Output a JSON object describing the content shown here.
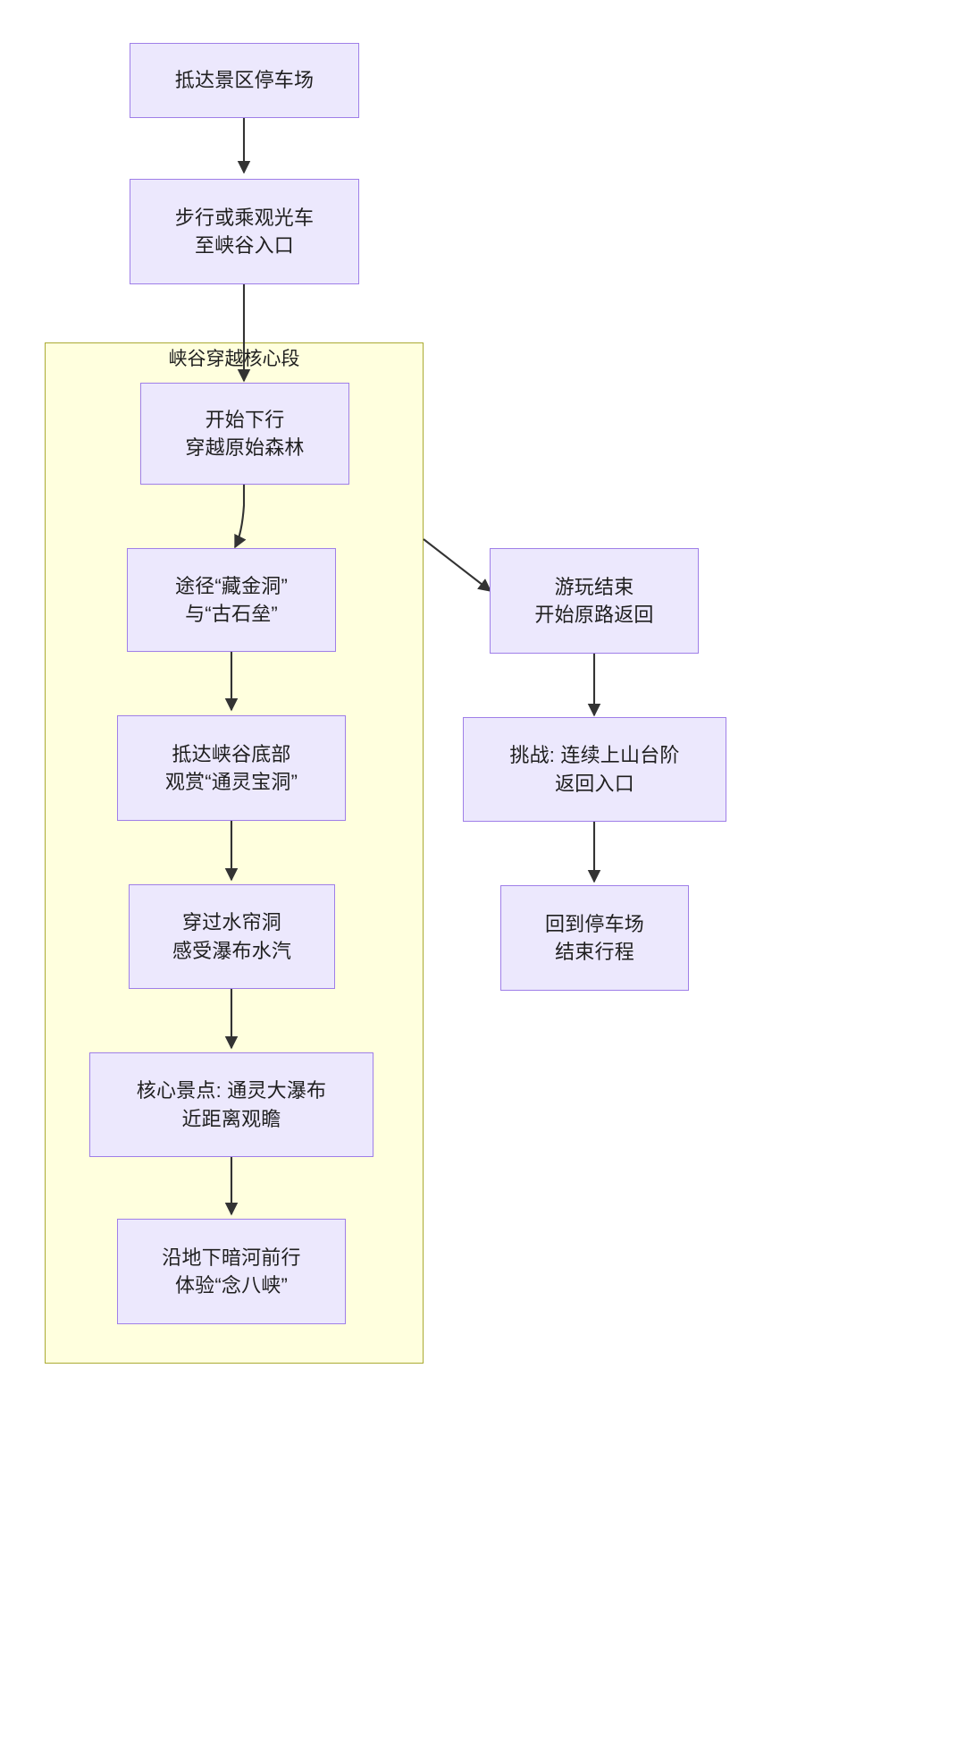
{
  "diagram": {
    "type": "flowchart",
    "direction": "top-to-bottom",
    "title": "",
    "colors": {
      "node_fill": "#ece8fd",
      "node_stroke": "#9f7fe8",
      "subgraph_fill": "#ffffde",
      "subgraph_stroke": "#aaaa33",
      "edge_stroke": "#333333",
      "text": "#1f1f1f",
      "background": "#ffffff"
    }
  },
  "subgraph": {
    "label": "峡谷穿越核心段"
  },
  "nodes": [
    {
      "id": "n1",
      "lines": [
        "抵达景区停车场"
      ]
    },
    {
      "id": "n2",
      "lines": [
        "步行或乘观光车",
        "至峡谷入口"
      ]
    },
    {
      "id": "n3",
      "lines": [
        "开始下行",
        "穿越原始森林"
      ]
    },
    {
      "id": "n4",
      "lines": [
        "途径“藏金洞”",
        "与“古石垒”"
      ]
    },
    {
      "id": "n5",
      "lines": [
        "抵达峡谷底部",
        "观赏“通灵宝洞”"
      ]
    },
    {
      "id": "n6",
      "lines": [
        "穿过水帘洞",
        "感受瀑布水汽"
      ]
    },
    {
      "id": "n7",
      "lines": [
        "核心景点: 通灵大瀑布",
        "近距离观瞻"
      ]
    },
    {
      "id": "n8",
      "lines": [
        "沿地下暗河前行",
        "体验“念八峡”"
      ]
    },
    {
      "id": "n9",
      "lines": [
        "游玩结束",
        "开始原路返回"
      ]
    },
    {
      "id": "n10",
      "lines": [
        "挑战: 连续上山台阶",
        "返回入口"
      ]
    },
    {
      "id": "n11",
      "lines": [
        "回到停车场",
        "结束行程"
      ]
    }
  ],
  "edges": [
    {
      "from": "n1",
      "to": "n2",
      "label": ""
    },
    {
      "from": "n2",
      "to": "n3",
      "label": ""
    },
    {
      "from": "n3",
      "to": "n4",
      "label": ""
    },
    {
      "from": "n4",
      "to": "n5",
      "label": ""
    },
    {
      "from": "n5",
      "to": "n6",
      "label": ""
    },
    {
      "from": "n6",
      "to": "n7",
      "label": ""
    },
    {
      "from": "n7",
      "to": "n8",
      "label": ""
    },
    {
      "from": "subgraph",
      "to": "n9",
      "label": ""
    },
    {
      "from": "n9",
      "to": "n10",
      "label": ""
    },
    {
      "from": "n10",
      "to": "n11",
      "label": ""
    }
  ]
}
